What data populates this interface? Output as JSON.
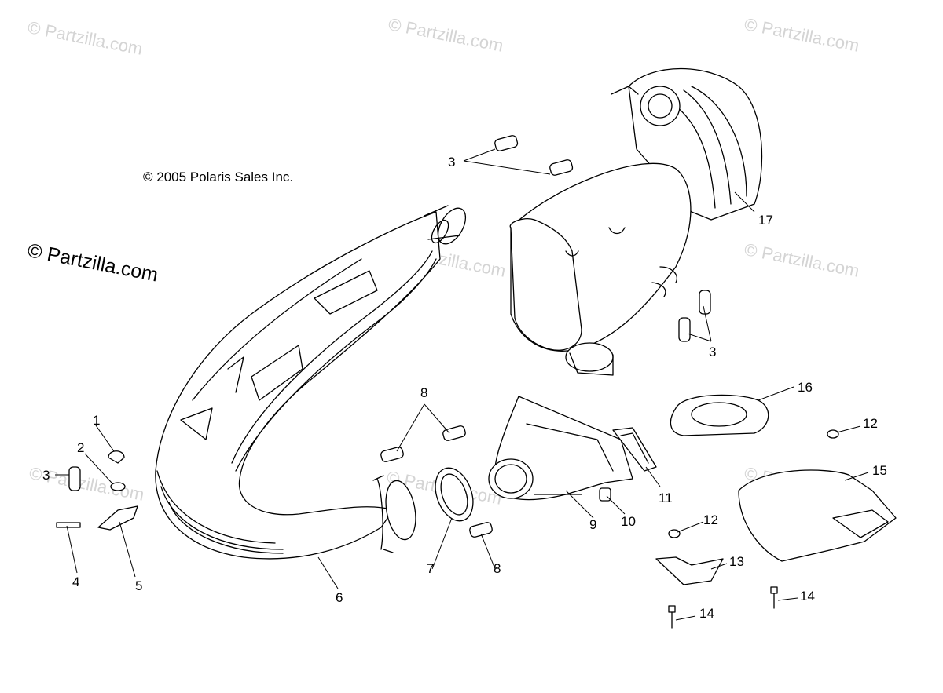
{
  "watermark": "© Partzilla.com",
  "copyright": "© 2005 Polaris Sales Inc.",
  "callouts": {
    "c1": "1",
    "c2": "2",
    "c3a": "3",
    "c3b": "3",
    "c3c": "3",
    "c4": "4",
    "c5": "5",
    "c6": "6",
    "c7": "7",
    "c8a": "8",
    "c8b": "8",
    "c9": "9",
    "c10": "10",
    "c11": "11",
    "c12a": "12",
    "c12b": "12",
    "c13": "13",
    "c14a": "14",
    "c14b": "14",
    "c15": "15",
    "c16": "16",
    "c17": "17"
  },
  "colors": {
    "line": "#000000",
    "watermark": "#d4d4d4",
    "background": "#ffffff"
  }
}
